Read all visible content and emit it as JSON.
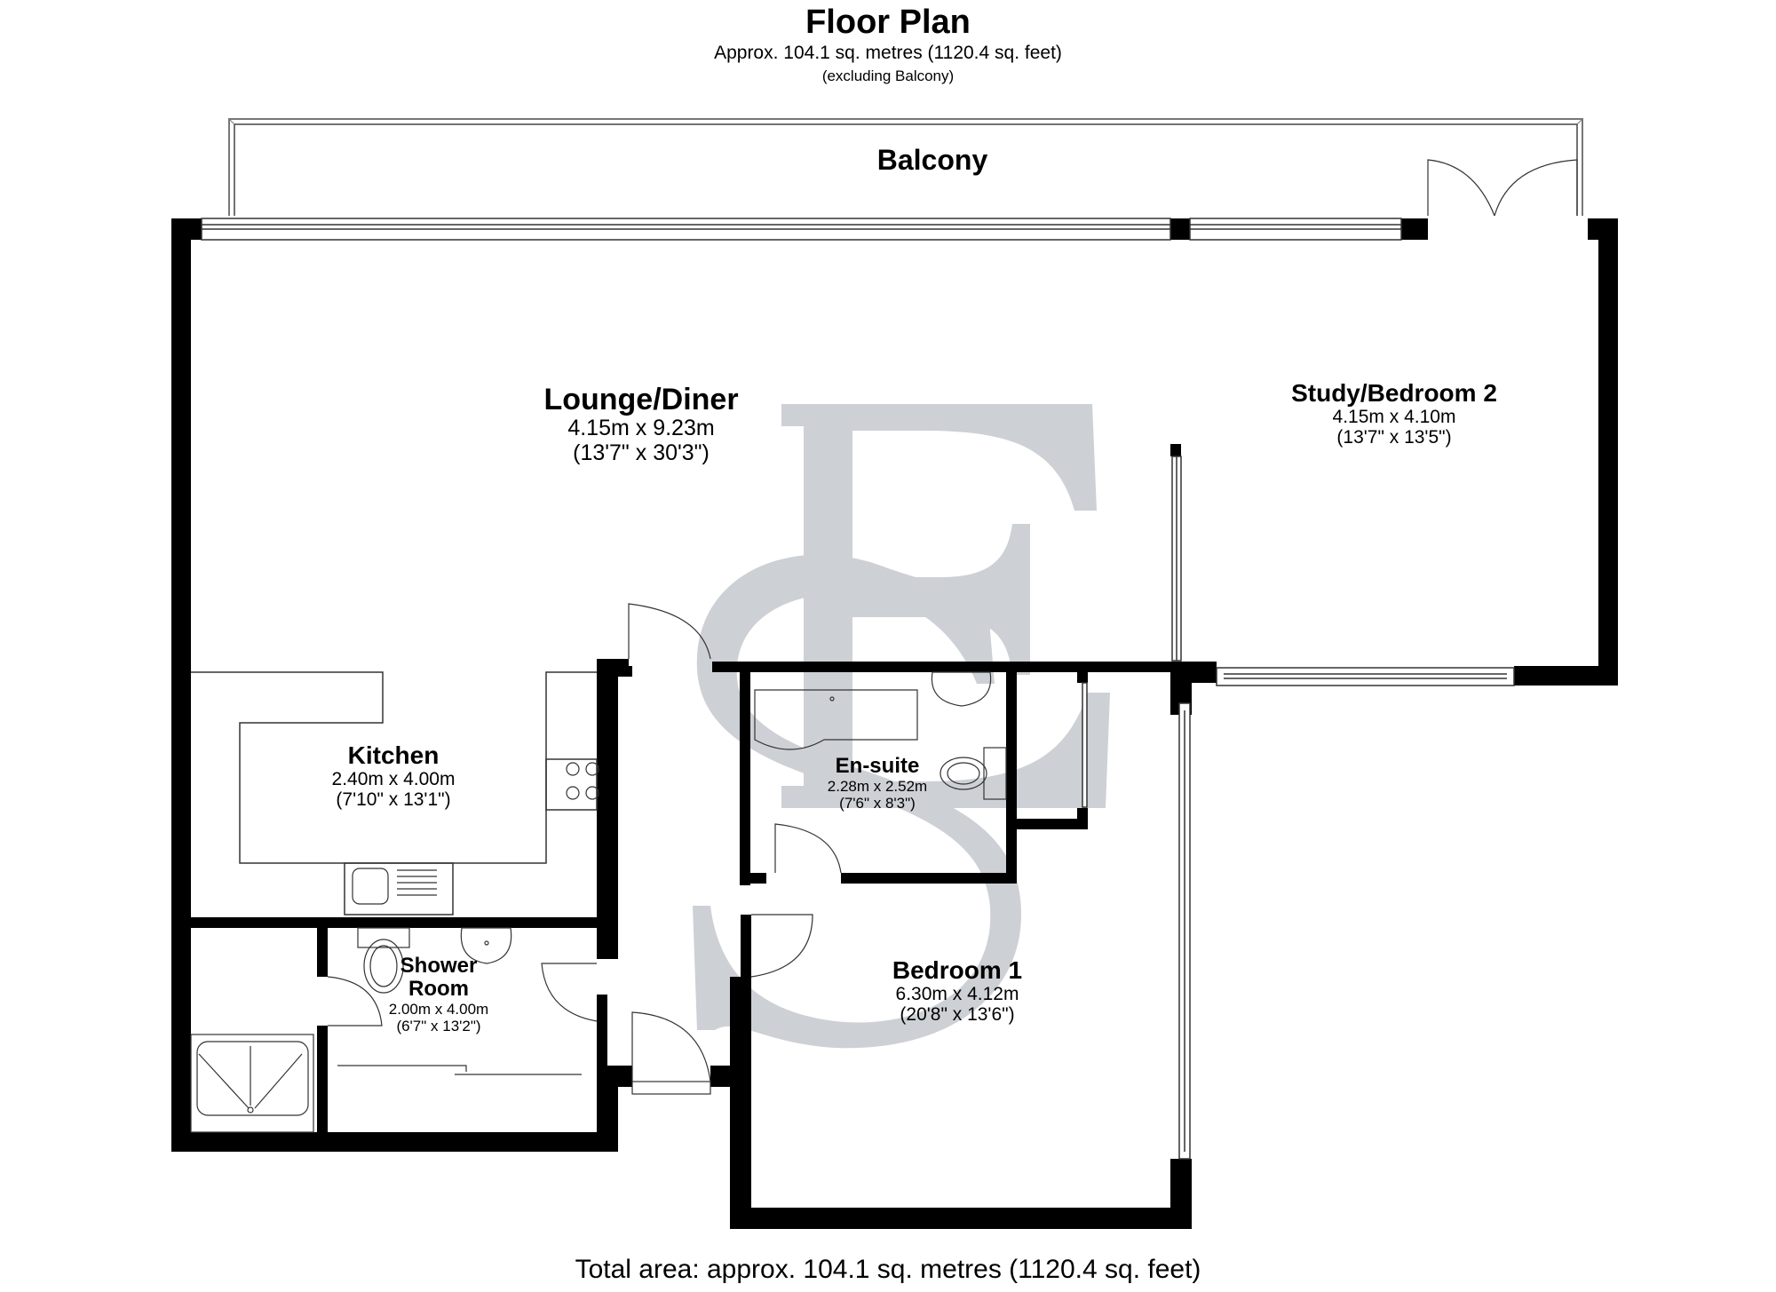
{
  "header": {
    "title": "Floor Plan",
    "subtitle": "Approx. 104.1 sq. metres (1120.4 sq. feet)",
    "note": "(excluding Balcony)"
  },
  "rooms": {
    "balcony": {
      "name": "Balcony"
    },
    "lounge": {
      "name": "Lounge/Diner",
      "metric": "4.15m x 9.23m",
      "imperial": "(13'7\" x 30'3\")"
    },
    "study": {
      "name": "Study/Bedroom 2",
      "metric": "4.15m x 4.10m",
      "imperial": "(13'7\" x 13'5\")"
    },
    "kitchen": {
      "name": "Kitchen",
      "metric": "2.40m x 4.00m",
      "imperial": "(7'10\" x 13'1\")"
    },
    "ensuite": {
      "name": "En-suite",
      "metric": "2.28m x 2.52m",
      "imperial": "(7'6\" x 8'3\")"
    },
    "shower": {
      "name": "Shower Room",
      "name_line1": "Shower",
      "name_line2": "Room",
      "metric": "2.00m x 4.00m",
      "imperial": "(6'7\" x 13'2\")"
    },
    "bedroom1": {
      "name": "Bedroom 1",
      "metric": "6.30m x 4.12m",
      "imperial": "(20'8\" x 13'6\")"
    }
  },
  "watermark": {
    "letters": "ES",
    "color": "#cdd0d5"
  },
  "colors": {
    "wall": "#000000",
    "line": "#555555",
    "background": "#ffffff"
  },
  "footer": {
    "total": "Total area: approx. 104.1 sq. metres (1120.4 sq. feet)"
  }
}
